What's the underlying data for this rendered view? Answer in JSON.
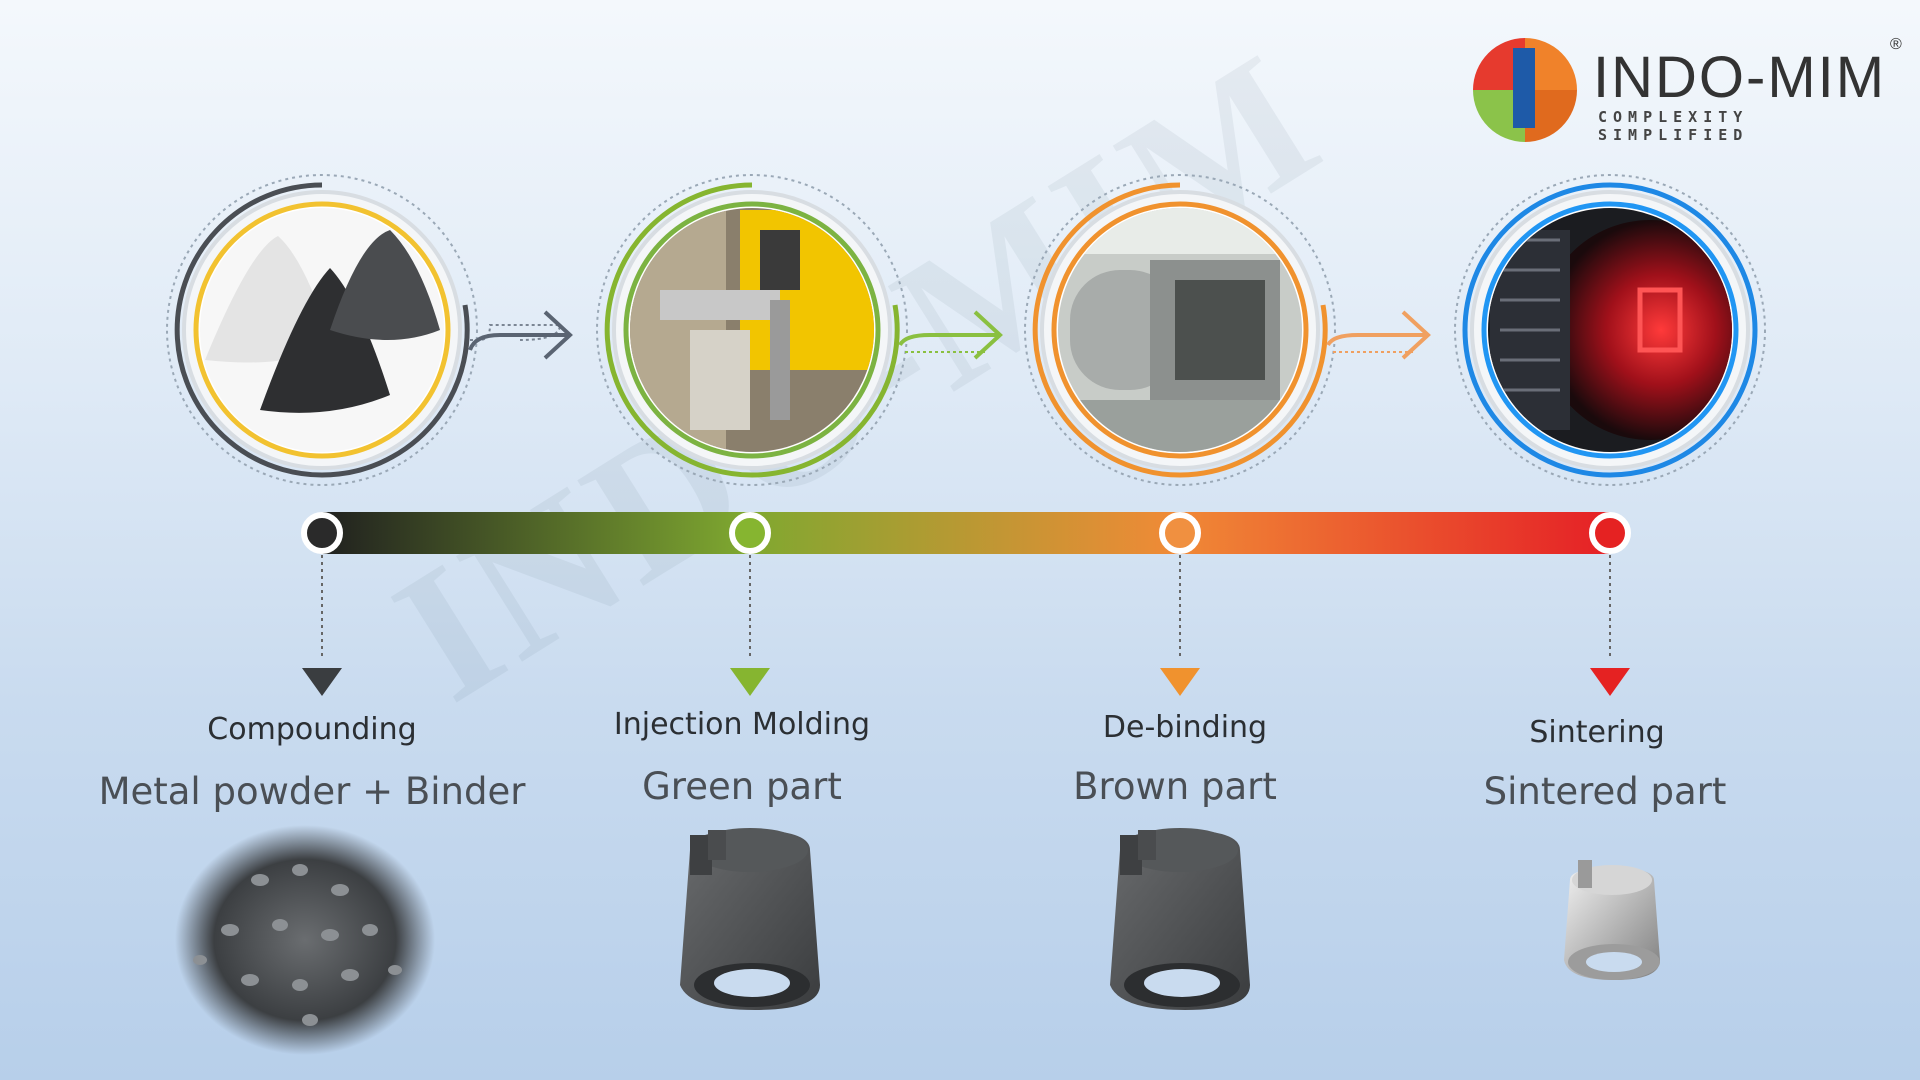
{
  "brand": {
    "name": "INDO-MIM",
    "registered_mark": "®",
    "tagline": "COMPLEXITY SIMPLIFIED",
    "watermark": "INDO-MIM",
    "colors": {
      "red": "#e63a2e",
      "blue": "#1e5aa8",
      "orange": "#f0822a",
      "green": "#8bc34a"
    }
  },
  "stages": [
    {
      "title": "Compounding",
      "subtitle": "Metal powder + Binder",
      "accent": "#3a3d40",
      "ring": "#f2c230",
      "image": "metal-powder-photo",
      "part_image": "feedstock-pellets"
    },
    {
      "title": "Injection Molding",
      "subtitle": "Green part",
      "accent": "#86b530",
      "ring": "#7cb342",
      "image": "injection-molding-machine-photo",
      "part_image": "green-part"
    },
    {
      "title": "De-binding",
      "subtitle": "Brown part",
      "accent": "#f0922e",
      "ring": "#f0922e",
      "image": "debinding-furnace-photo",
      "part_image": "brown-part"
    },
    {
      "title": "Sintering",
      "subtitle": "Sintered part",
      "accent": "#e52222",
      "ring": "#2196f3",
      "image": "sintering-furnace-photo",
      "part_image": "sintered-part"
    }
  ]
}
